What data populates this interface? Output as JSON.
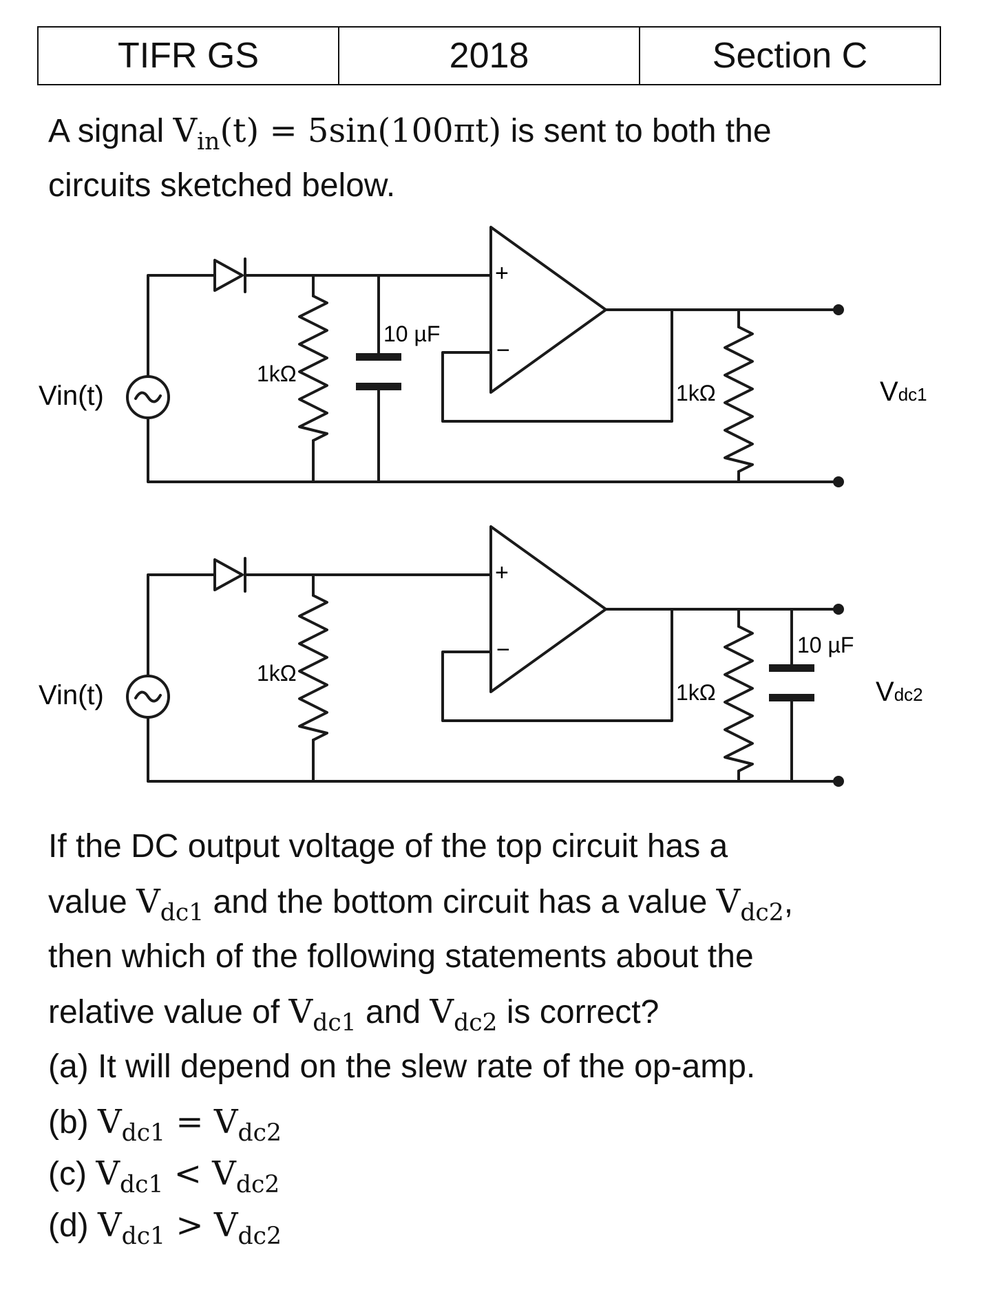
{
  "header": {
    "col1": "TIFR GS",
    "col2": "2018",
    "col3": "Section C"
  },
  "intro": {
    "p1": "A signal ",
    "vin_v": "V",
    "vin_sub": "in",
    "vin_arg": "(t) = 5sin(100πt)",
    "p1_end": " is sent to both the",
    "line2": "circuits sketched below."
  },
  "diagram": {
    "top": {
      "source_label": "Vin(t)",
      "resistor1": "1kΩ",
      "capacitor": "10 µF",
      "resistor2": "1kΩ",
      "output_label": "V",
      "output_sub": "dc1",
      "op_plus": "+",
      "op_minus": "−"
    },
    "bottom": {
      "source_label": "Vin(t)",
      "resistor1": "1kΩ",
      "capacitor": "10 µF",
      "resistor2": "1kΩ",
      "output_label": "V",
      "output_sub": "dc2",
      "op_plus": "+",
      "op_minus": "−"
    }
  },
  "question": {
    "line1": "If the DC output voltage of the top circuit has a",
    "l2_a": "value ",
    "l2_v1": "V",
    "l2_s1": "dc1",
    "l2_b": " and the bottom circuit has a value ",
    "l2_v2": "V",
    "l2_s2": "dc2",
    "l2_c": ",",
    "line3": "then which of the following statements about the",
    "l4_a": "relative value of ",
    "l4_v1": "V",
    "l4_s1": "dc1",
    "l4_b": " and ",
    "l4_v2": "V",
    "l4_s2": "dc2",
    "l4_c": " is correct?"
  },
  "options": {
    "a": "(a) It will depend on the slew rate of the op-amp.",
    "b": {
      "label": "(b) ",
      "v1": "V",
      "s1": "dc1",
      "op": " = ",
      "v2": "V",
      "s2": "dc2"
    },
    "c": {
      "label": "(c) ",
      "v1": "V",
      "s1": "dc1",
      "op": " < ",
      "v2": "V",
      "s2": "dc2"
    },
    "d": {
      "label": "(d) ",
      "v1": "V",
      "s1": "dc1",
      "op": " > ",
      "v2": "V",
      "s2": "dc2"
    }
  }
}
